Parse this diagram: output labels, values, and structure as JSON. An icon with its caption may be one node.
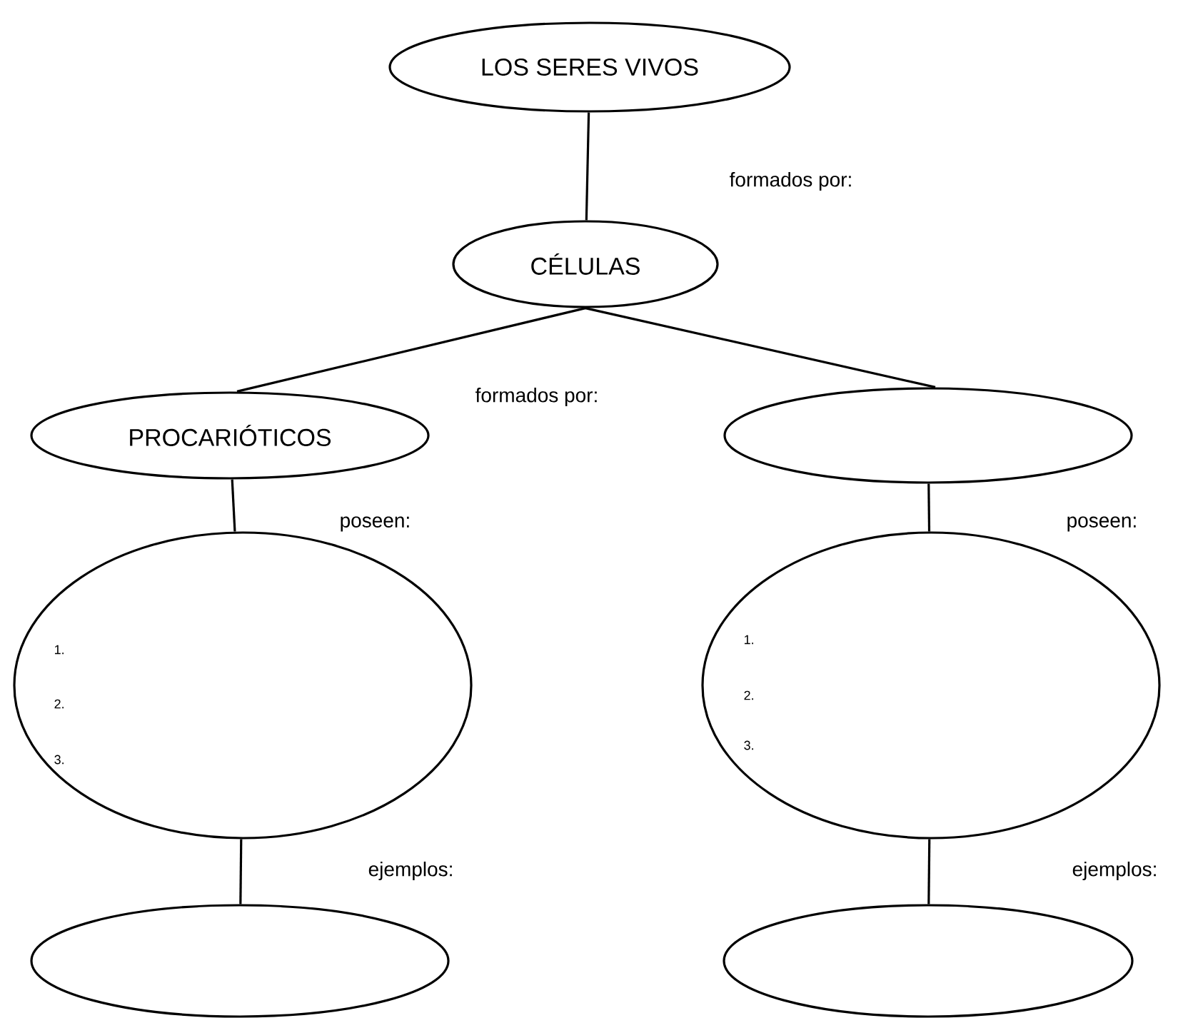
{
  "diagram": {
    "nodes": [
      {
        "text": [
          "LOS SERES VIVOS"
        ]
      },
      {
        "text": [
          "CÉLULAS"
        ]
      },
      {
        "text": [
          "PROCARIÓTICOS"
        ]
      },
      {
        "text": [],
        "shape": "ellipse"
      },
      {
        "text": [
          "1.",
          "2.",
          "3."
        ]
      },
      {
        "text": [
          "1.",
          "2.",
          "3."
        ]
      },
      {
        "text": [],
        "shape": "ellipse"
      },
      {
        "text": [],
        "shape": "ellipse"
      }
    ],
    "edges": [
      {
        "from": 0,
        "to": 1,
        "arrow": "none"
      },
      {
        "from": 1,
        "to": 2,
        "arrow": "none"
      },
      {
        "from": 1,
        "to": 3,
        "arrow": "none"
      },
      {
        "from": 2,
        "to": 4,
        "arrow": "none"
      },
      {
        "from": 3,
        "to": 5,
        "arrow": "none"
      },
      {
        "from": 4,
        "to": 6,
        "arrow": "none"
      },
      {
        "from": 5,
        "to": 7,
        "arrow": "none"
      }
    ],
    "labels": [
      "formados por:",
      "formados por:",
      "poseen:",
      "poseen:",
      "ejemplos:",
      "ejemplos:"
    ]
  }
}
